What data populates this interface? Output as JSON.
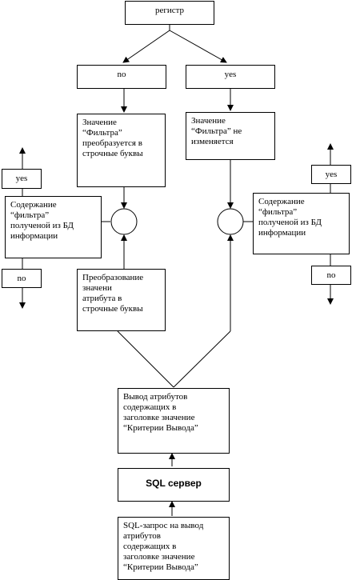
{
  "nodes": {
    "registr": "регистр",
    "no_top": "no",
    "yes_top": "yes",
    "filter_lower": "Значение\n“Фильтра”\nпреобразуется в\nстрочные буквы",
    "filter_unchanged": "Значение\n“Фильтра” не\nизменяется",
    "yes_left": "yes",
    "content_left": "Содержание\n“фильтра”\nполученой из БД\nинформации",
    "no_left": "no",
    "attr_convert": "Преобразование\nзначени\nатрибута в\nстрочные буквы",
    "yes_right": "yes",
    "content_right": "Содержание\n“фильтра”\nполученой из БД\nинформации",
    "no_right": "no",
    "output_attrs": "Вывод атрибутов\nсодержащих в\nзаголовке значение\n“Критерии Вывода”",
    "sql_server": "SQL сервер",
    "sql_query": "SQL-запрос на вывод\nатрибутов\nсодержащих в\nзаголовке значение\n“Критерии Вывода”"
  }
}
